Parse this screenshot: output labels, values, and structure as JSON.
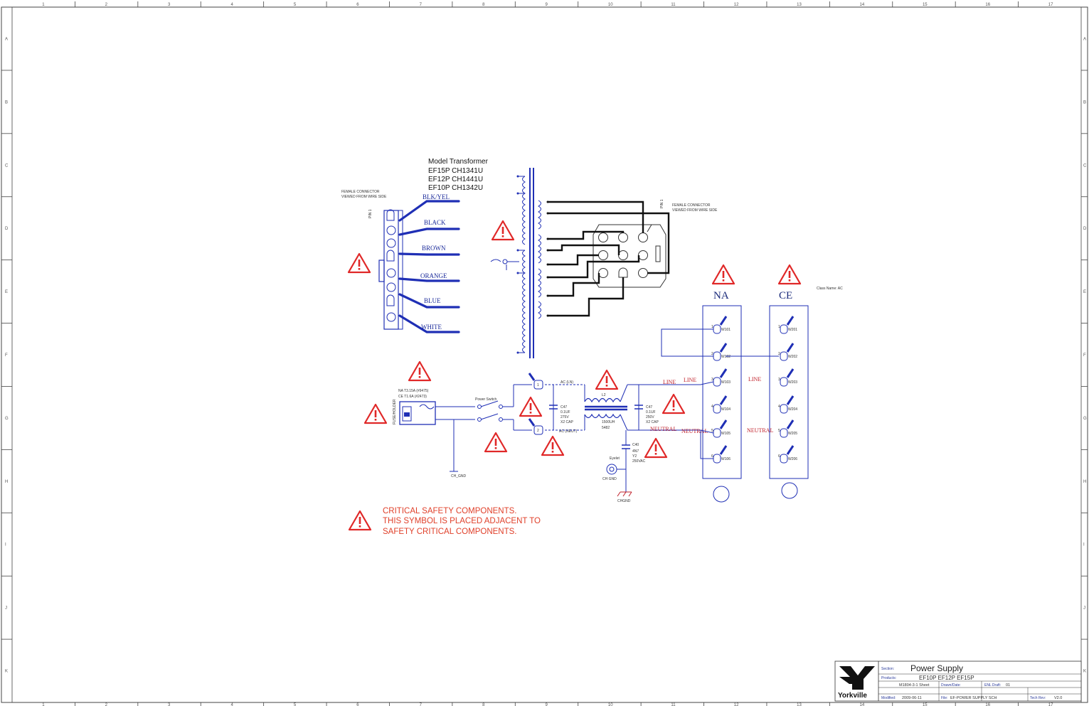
{
  "frame": {
    "columns": [
      "1",
      "2",
      "3",
      "4",
      "5",
      "6",
      "7",
      "8",
      "9",
      "10",
      "11",
      "12",
      "13",
      "14",
      "15",
      "16",
      "17"
    ],
    "rows": [
      "A",
      "B",
      "C",
      "D",
      "E",
      "F",
      "G",
      "H",
      "I",
      "J",
      "K"
    ]
  },
  "transformer_table": {
    "header": "Model  Transformer",
    "rows": [
      "EF15P   CH1341U",
      "EF12P   CH1441U",
      "EF10P   CH1342U"
    ]
  },
  "left_connector": {
    "note_line1": "FEMALE CONNECTOR",
    "note_line2": "VIEWED FROM WIRE SIDE",
    "pin_label": "PIN 1",
    "wires": [
      "BLK/YEL",
      "BLACK",
      "BROWN",
      "ORANGE",
      "BLUE",
      "WHITE"
    ]
  },
  "right_connector": {
    "note_line1": "FEMALE CONNECTOR",
    "note_line2": "VIEWED FROM WIRE SIDE",
    "pin_label": "PIN 1"
  },
  "columns_header": {
    "na": "NA",
    "ce": "CE",
    "class_note": "Class Name: AC"
  },
  "fuse": {
    "line1": "NA  T3.15A (#9475)",
    "line2": "CE  T1.6A (#2473)",
    "label": "FUSE/HOLDER"
  },
  "power_switch": {
    "label": "Power Switch"
  },
  "ch_gnd": "CH_GND",
  "ac_line": "AC (LN)",
  "ac_neutral": "AC (NEUT)",
  "choke": {
    "ref": "L2",
    "value_line1": "1500UH",
    "value_line2": "5482"
  },
  "cap1": {
    "ref": "C47",
    "v1": "0.1UF",
    "v2": "275V",
    "v3": "X2 CAP"
  },
  "cap2": {
    "ref": "C47",
    "v1": "0.1UF",
    "v2": "250V",
    "v3": "X2 CAP"
  },
  "cap3": {
    "ref": "C40",
    "v1": "4N7",
    "v2": "Y2",
    "v3": "250VAC"
  },
  "chassis": {
    "label1": "Eyelet",
    "label2": "CH GND",
    "label3": "CHGND"
  },
  "na_signals": {
    "line": "LINE",
    "neutral": "NEUTRAL"
  },
  "ce_signals": {
    "line": "LINE",
    "neutral": "NEUTRAL"
  },
  "na_terminals": [
    "1",
    "2",
    "3",
    "4",
    "5",
    "6"
  ],
  "ce_terminals": [
    "1",
    "2",
    "3",
    "4",
    "5",
    "6"
  ],
  "na_refs": [
    "W101",
    "W102",
    "W103",
    "W104",
    "W105",
    "W106"
  ],
  "ce_refs": [
    "W201",
    "W202",
    "W203",
    "W204",
    "W205",
    "W206"
  ],
  "safety_note": {
    "line1": "CRITICAL SAFETY COMPONENTS.",
    "line2": "THIS SYMBOL IS PLACED ADJACENT TO",
    "line3": "SAFETY CRITICAL COMPONENTS."
  },
  "title_block": {
    "logo_text": "Yorkville",
    "section_label": "Section:",
    "section_value": "Power Supply",
    "product_label": "Products:",
    "product_value": "EF10P  EF12P  EF15P",
    "sheet_ref": "M1804-3-1  Sheet",
    "drawn_label": "Drawn/Date:",
    "engdraft_label": "ENL Draft:",
    "engdraft_value": "01",
    "modified_label": "Modified:",
    "file_label": "File:",
    "file_value": "EF-POWER SUPPLY SCH",
    "rev_label": "Tech Rev:",
    "rev_value": "V2.0",
    "date_value": "2009-06-11"
  },
  "colors": {
    "wire_blue": "#1f2fb5",
    "safety_red": "#e02828",
    "label_red": "#c0202a",
    "note_orange": "#e0402a",
    "navy": "#1a2a7a"
  }
}
